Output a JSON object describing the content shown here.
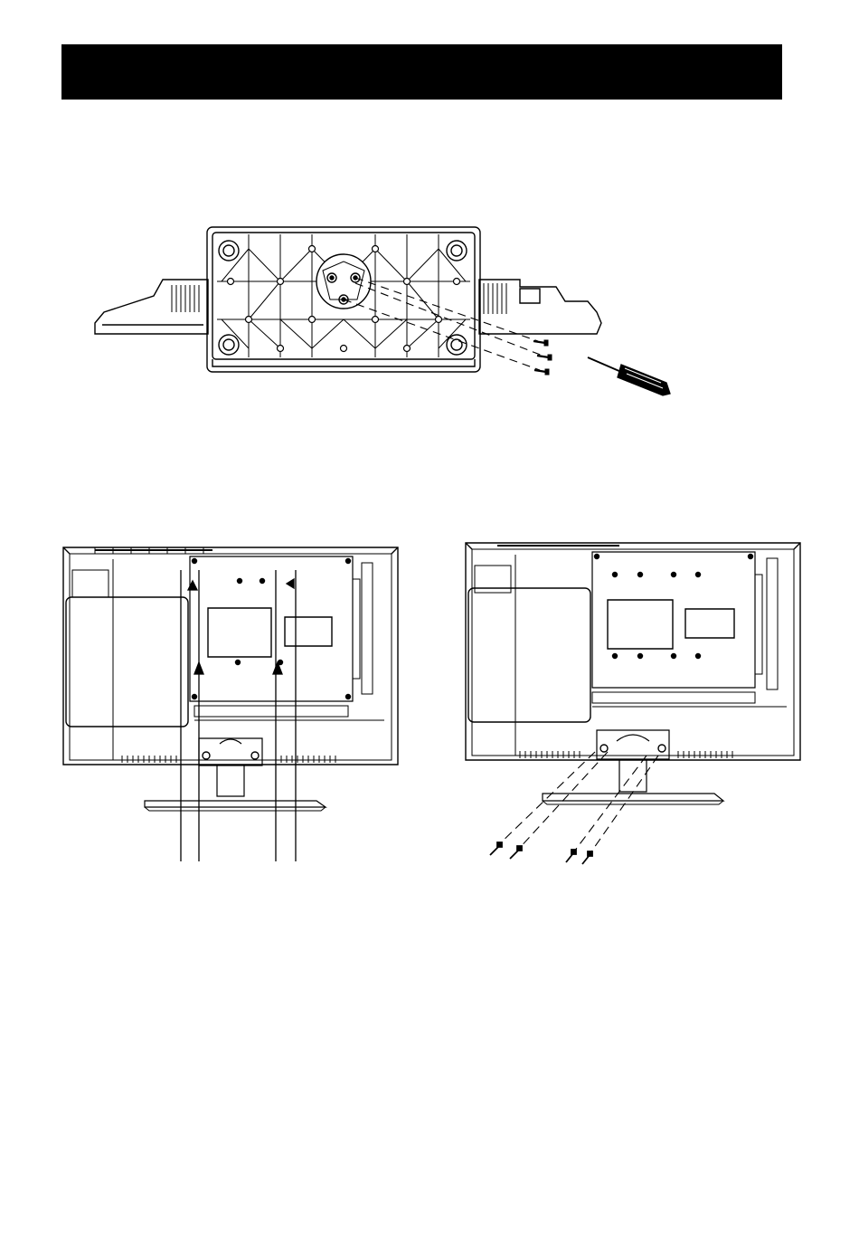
{
  "header": {
    "title": ""
  },
  "figures": [
    {
      "id": "stand-base-removal",
      "icons": [
        "stand-base",
        "screw",
        "screwdriver"
      ]
    },
    {
      "id": "wall-mount-holes-view",
      "icons": [
        "tv-back-panel",
        "mounting-arrow"
      ]
    },
    {
      "id": "stand-neck-removal",
      "icons": [
        "tv-back-panel",
        "screw"
      ]
    }
  ]
}
